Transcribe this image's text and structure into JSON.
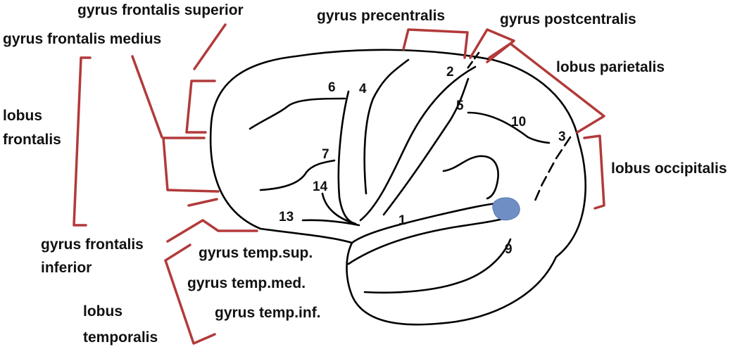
{
  "colors": {
    "outline": "#000000",
    "bracket": "#b23a3a",
    "fill": "#6f8fc4",
    "text": "#111111"
  },
  "labels": {
    "gyrus_frontalis_superior": "gyrus frontalis superior",
    "gyrus_frontalis_medius": "gyrus frontalis medius",
    "lobus_frontalis_1": "lobus",
    "lobus_frontalis_2": "frontalis",
    "gyrus_precentralis": "gyrus precentralis",
    "gyrus_postcentralis": "gyrus postcentralis",
    "lobus_parietalis": "lobus parietalis",
    "lobus_occipitalis": "lobus occipitalis",
    "gyrus_frontalis_inferior_1": "gyrus frontalis",
    "gyrus_frontalis_inferior_2": "inferior",
    "gyrus_temp_sup": "gyrus temp.sup.",
    "gyrus_temp_med": "gyrus temp.med.",
    "gyrus_temp_inf": "gyrus temp.inf.",
    "lobus_temporalis_1": "lobus",
    "lobus_temporalis_2": "temporalis"
  },
  "numbers": {
    "n1": "1",
    "n2": "2",
    "n3": "3",
    "n4": "4",
    "n5": "5",
    "n6": "6",
    "n7": "7",
    "n9": "9",
    "n10": "10",
    "n13": "13",
    "n14": "14"
  }
}
